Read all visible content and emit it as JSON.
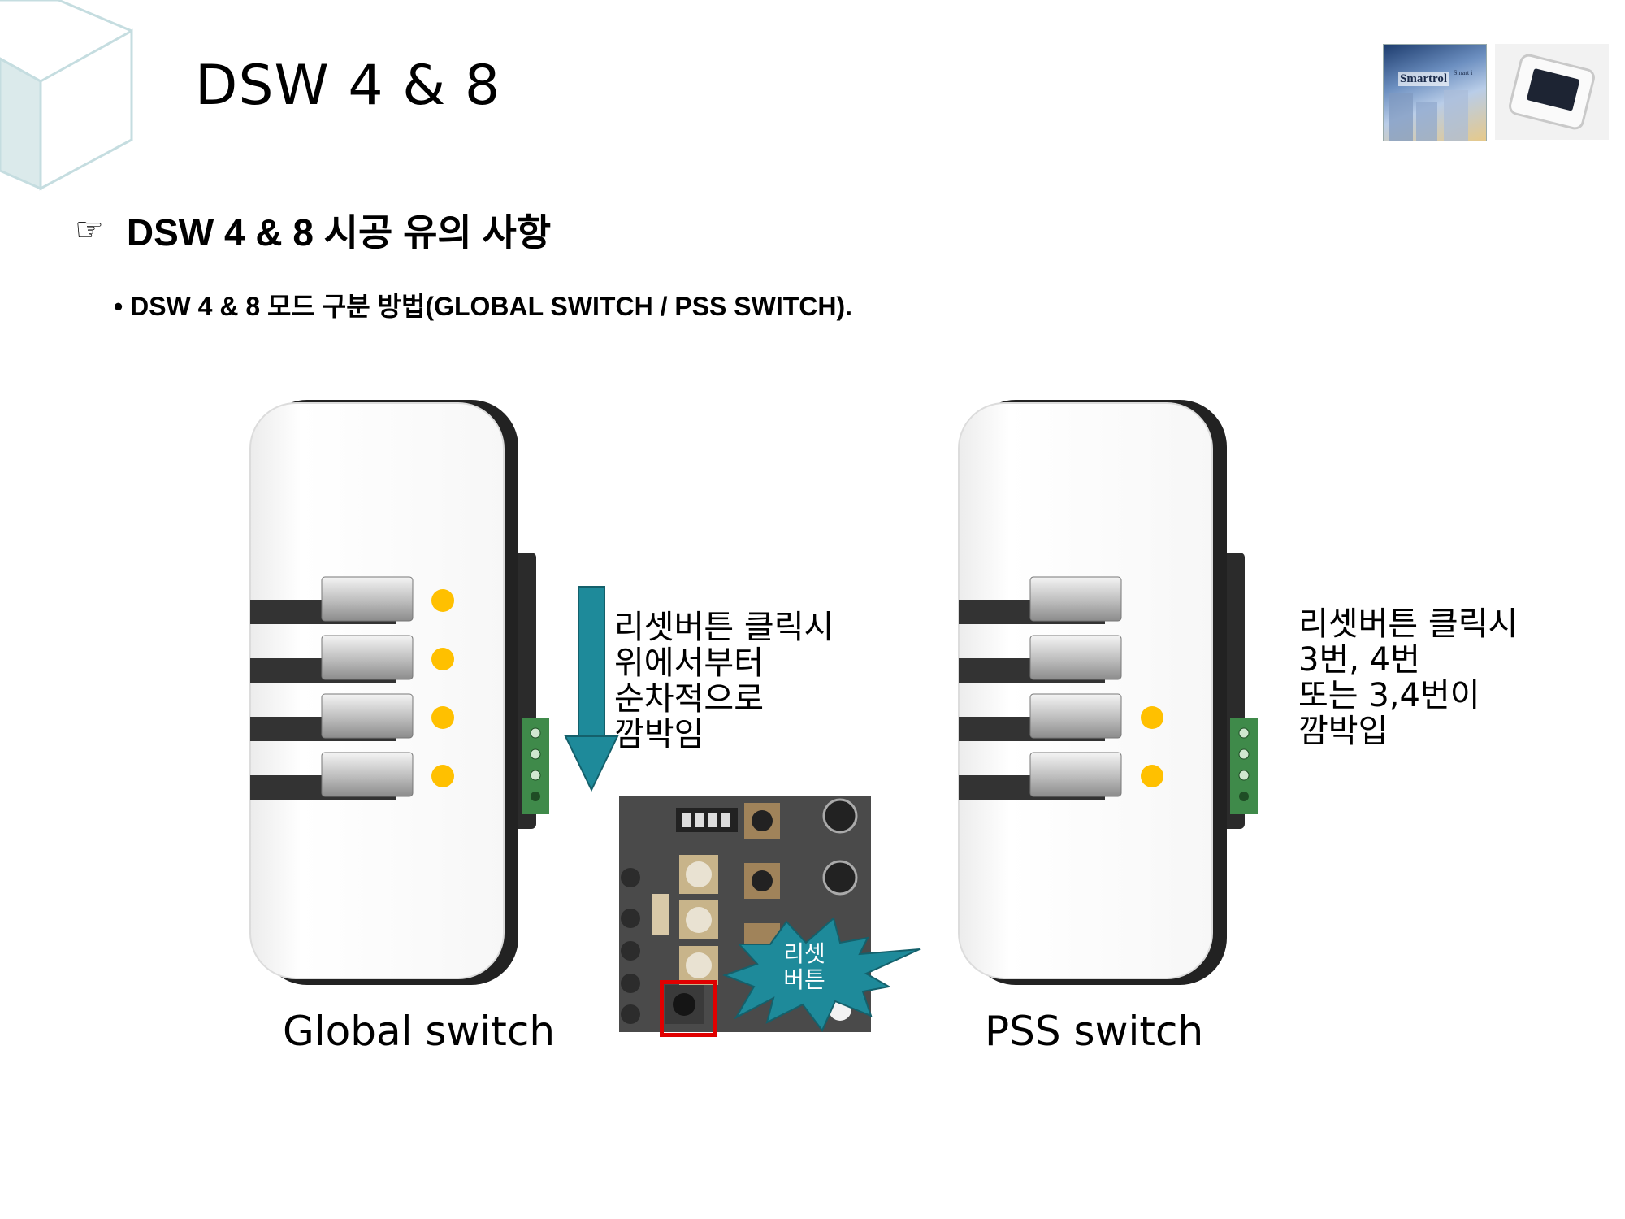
{
  "header": {
    "title": "DSW 4 & 8",
    "logo_text": "Smartrol",
    "logo_tagline": "Smart i"
  },
  "section": {
    "heading_icon": "pointing-hand-icon",
    "heading": "DSW 4 & 8 시공 유의 사항",
    "bullet": "• DSW 4 & 8 모드 구분 방법(GLOBAL SWITCH / PSS SWITCH)."
  },
  "global_switch": {
    "caption": "Global switch",
    "note_lines": [
      "리셋버튼 클릭시",
      "위에서부터",
      "순차적으로",
      "깜박임"
    ],
    "led_color": "#ffc000",
    "lit_leds": [
      1,
      2,
      3,
      4
    ]
  },
  "pss_switch": {
    "caption": "PSS switch",
    "note_lines": [
      "리셋버튼 클릭시",
      "3번, 4번",
      "또는 3,4번이",
      "깜박입"
    ],
    "led_color": "#ffc000",
    "lit_leds": [
      3,
      4
    ]
  },
  "pcb": {
    "callout_line1": "리셋",
    "callout_line2": "버튼",
    "callout_color": "#1e8a9a",
    "highlight_color": "#e00000"
  },
  "colors": {
    "arrow": "#1e8a9a",
    "cube_stroke": "#c5dde0",
    "cube_fill": "#dbeaeb"
  }
}
